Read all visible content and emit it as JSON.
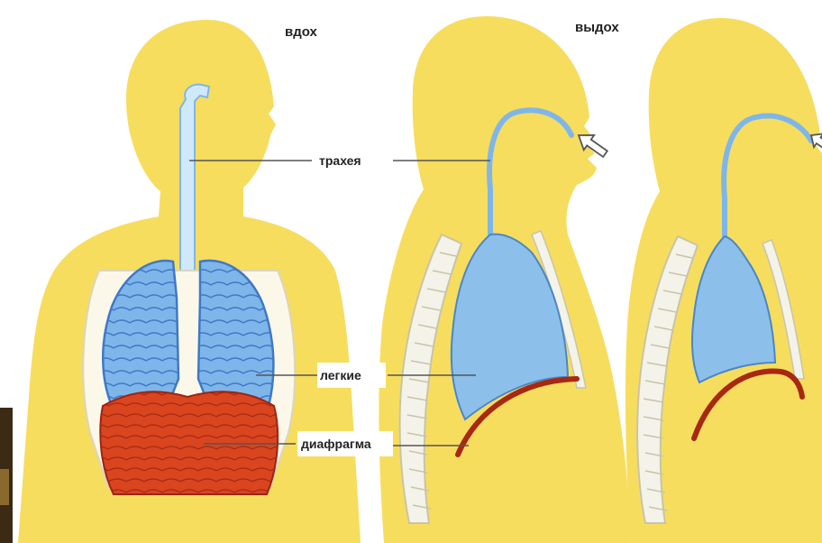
{
  "headers": {
    "inhale": "вдох",
    "exhale": "выдох"
  },
  "labels": {
    "trachea": "трахея",
    "lungs": "легкие",
    "diaphragm": "диафрагма"
  },
  "colors": {
    "background": "#ffffff",
    "body": "#f7dd5e",
    "lung_blue": "#7fb6ea",
    "lung_blue_dark": "#3f78c6",
    "diaphragm_red": "#c9361c",
    "ribs": "#f4f3ea",
    "leader_line": "#555555"
  },
  "icons": {
    "airflow": "arrow-outline-icon"
  }
}
